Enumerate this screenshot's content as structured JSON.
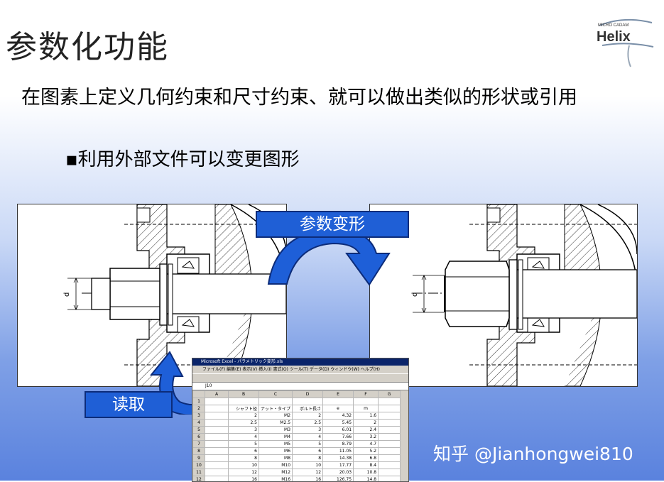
{
  "title": "参数化功能",
  "description": "在图素上定义几何约束和尺寸约束、就可以做出类似的形状或引用",
  "bullet": "▪利用外部文件可以变更图形",
  "tags": {
    "deform": "参数变形",
    "read": "读取"
  },
  "logo": {
    "text": "Helix",
    "subtext": "MICRO CADAM"
  },
  "dimension_label": "d",
  "excel": {
    "title": "Microsoft Excel - パラメトリック変形.xls",
    "menu": "ファイル(F)  編集(E)  表示(V)  挿入(I)  書式(O)  ツール(T)  データ(D)  ウィンドウ(W)  ヘルプ(H)",
    "cell_ref": "J10",
    "columns": [
      "A",
      "B",
      "C",
      "D",
      "E",
      "F",
      "G"
    ],
    "header": [
      "シャフト径",
      "ナット・タイプ",
      "ボルト長さ",
      "e",
      "m"
    ],
    "rows": [
      [
        "2",
        "M2",
        "2",
        "4.32",
        "1.6"
      ],
      [
        "2.5",
        "M2.5",
        "2.5",
        "5.45",
        "2"
      ],
      [
        "3",
        "M3",
        "3",
        "6.01",
        "2.4"
      ],
      [
        "4",
        "M4",
        "4",
        "7.66",
        "3.2"
      ],
      [
        "5",
        "M5",
        "5",
        "8.79",
        "4.7"
      ],
      [
        "6",
        "M6",
        "6",
        "11.05",
        "5.2"
      ],
      [
        "8",
        "M8",
        "8",
        "14.38",
        "6.8"
      ],
      [
        "10",
        "M10",
        "10",
        "17.77",
        "8.4"
      ],
      [
        "12",
        "M12",
        "12",
        "20.03",
        "10.8"
      ],
      [
        "16",
        "M16",
        "16",
        "126.75",
        "14.8"
      ]
    ]
  },
  "watermark": "知乎 @Jianhongwei810"
}
